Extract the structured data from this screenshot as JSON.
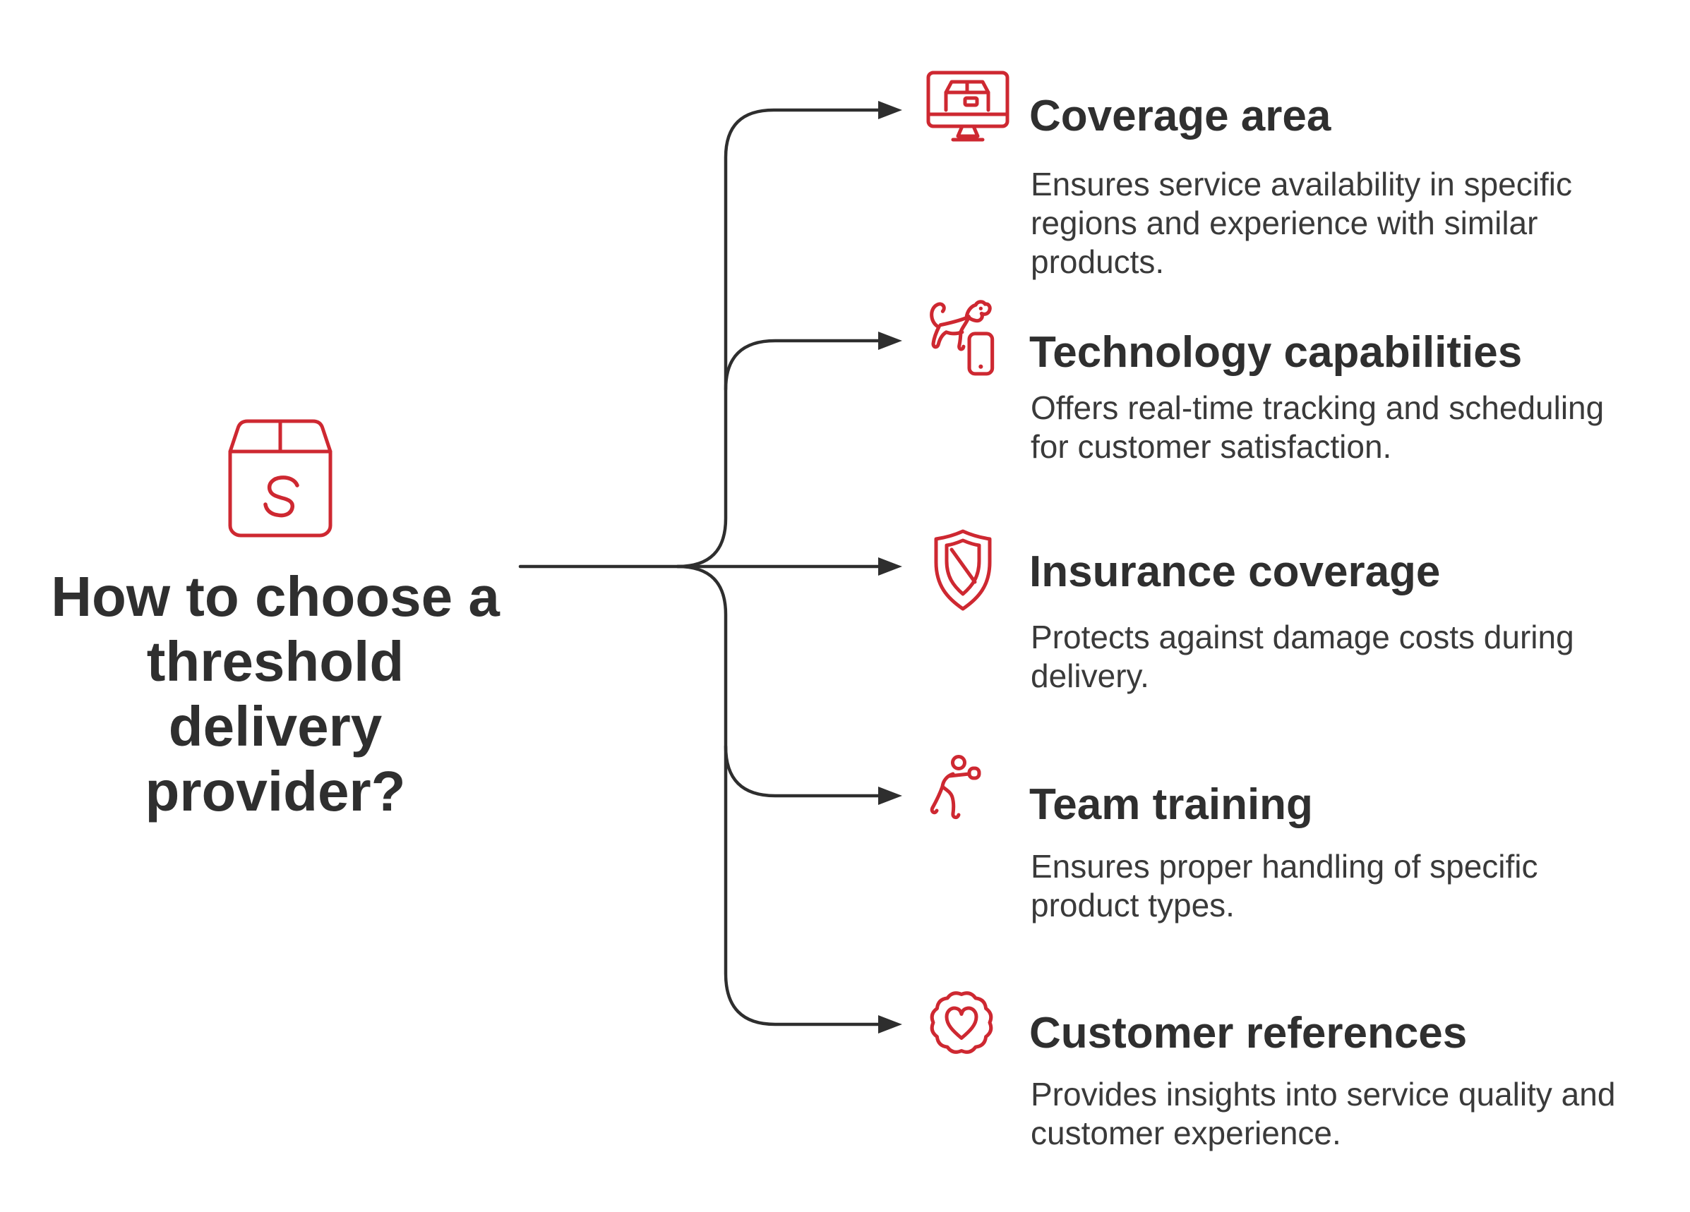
{
  "colors": {
    "accent": "#ce2831",
    "line": "#2e2e2e",
    "text_heading": "#2f2f2f",
    "text_body": "#3a3a3a"
  },
  "center": {
    "icon": "package-box-s-icon",
    "box_letter": "S",
    "title_lines": [
      "How to choose a",
      "threshold",
      "delivery",
      "provider?"
    ]
  },
  "branches": [
    {
      "icon": "monitor-package-icon",
      "title": "Coverage area",
      "description_lines": [
        "Ensures service availability in specific",
        "regions and experience with similar",
        "products."
      ]
    },
    {
      "icon": "dog-phone-icon",
      "title": "Technology capabilities",
      "description_lines": [
        "Offers real-time tracking and scheduling",
        "for customer satisfaction."
      ]
    },
    {
      "icon": "shield-slash-icon",
      "title": "Insurance coverage",
      "description_lines": [
        "Protects against damage costs during",
        "delivery."
      ]
    },
    {
      "icon": "boxer-person-icon",
      "title": "Team training",
      "description_lines": [
        "Ensures proper handling of specific",
        "product types."
      ]
    },
    {
      "icon": "award-heart-icon",
      "title": "Customer references",
      "description_lines": [
        "Provides insights into service quality and",
        "customer experience."
      ]
    }
  ]
}
